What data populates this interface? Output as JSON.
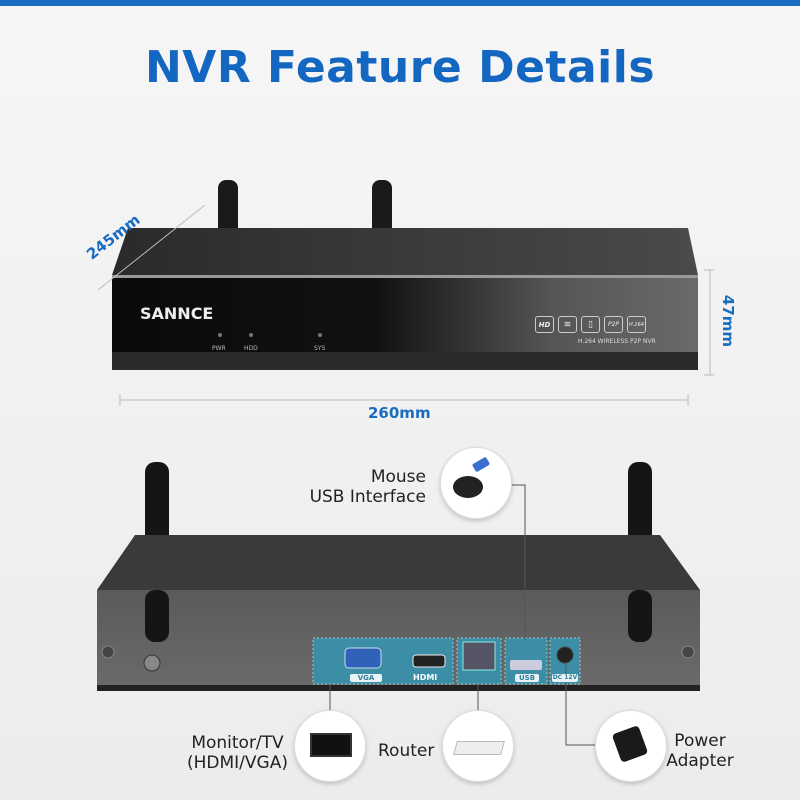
{
  "title": "NVR Feature Details",
  "dimensions": {
    "depth": "245mm",
    "height": "47mm",
    "width": "260mm"
  },
  "front_panel": {
    "brand": "SANNCE",
    "indicators": [
      "PWR",
      "HDD",
      "SYS"
    ],
    "badges": [
      "HD",
      "wifi-icon",
      "phone-icon",
      "P2P",
      "H.264"
    ],
    "model_text": "H.264 WIRELESS P2P NVR"
  },
  "back_panel": {
    "ports": {
      "vga": "VGA",
      "hdmi": "HDMI",
      "usb": "USB",
      "dc": "DC 12V"
    }
  },
  "callouts": {
    "mouse": {
      "line1": "Mouse",
      "line2": "USB Interface"
    },
    "monitor": {
      "line1": "Monitor/TV",
      "line2": "(HDMI/VGA)"
    },
    "router": {
      "line1": "Router"
    },
    "power": {
      "line1": "Power",
      "line2": "Adapter"
    }
  },
  "colors": {
    "accent": "#1367c1",
    "port_highlight": "#3b8ea6"
  }
}
